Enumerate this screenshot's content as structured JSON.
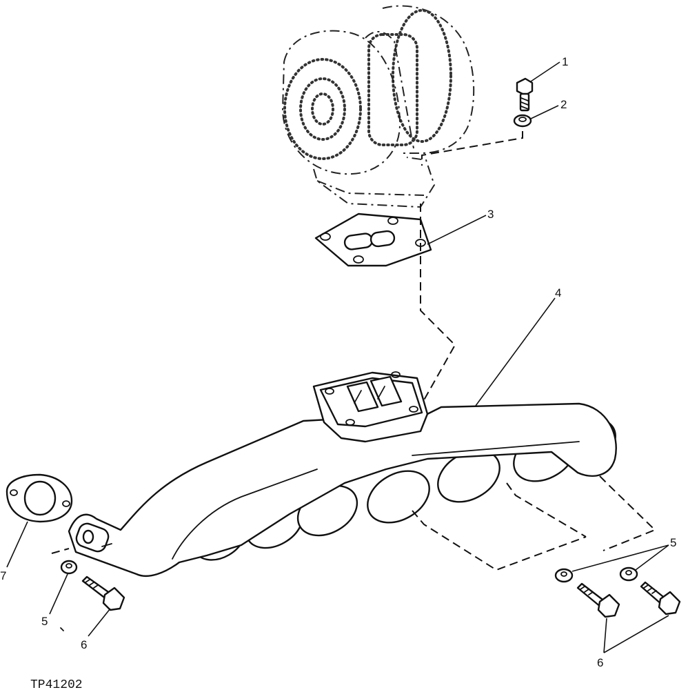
{
  "figure_id": "TP41202",
  "callouts": {
    "c1": "1",
    "c2": "2",
    "c3": "3",
    "c4": "4",
    "c5_left": "5",
    "c5_right": "5",
    "c6_left": "6",
    "c6_right": "6",
    "c7": "7"
  }
}
